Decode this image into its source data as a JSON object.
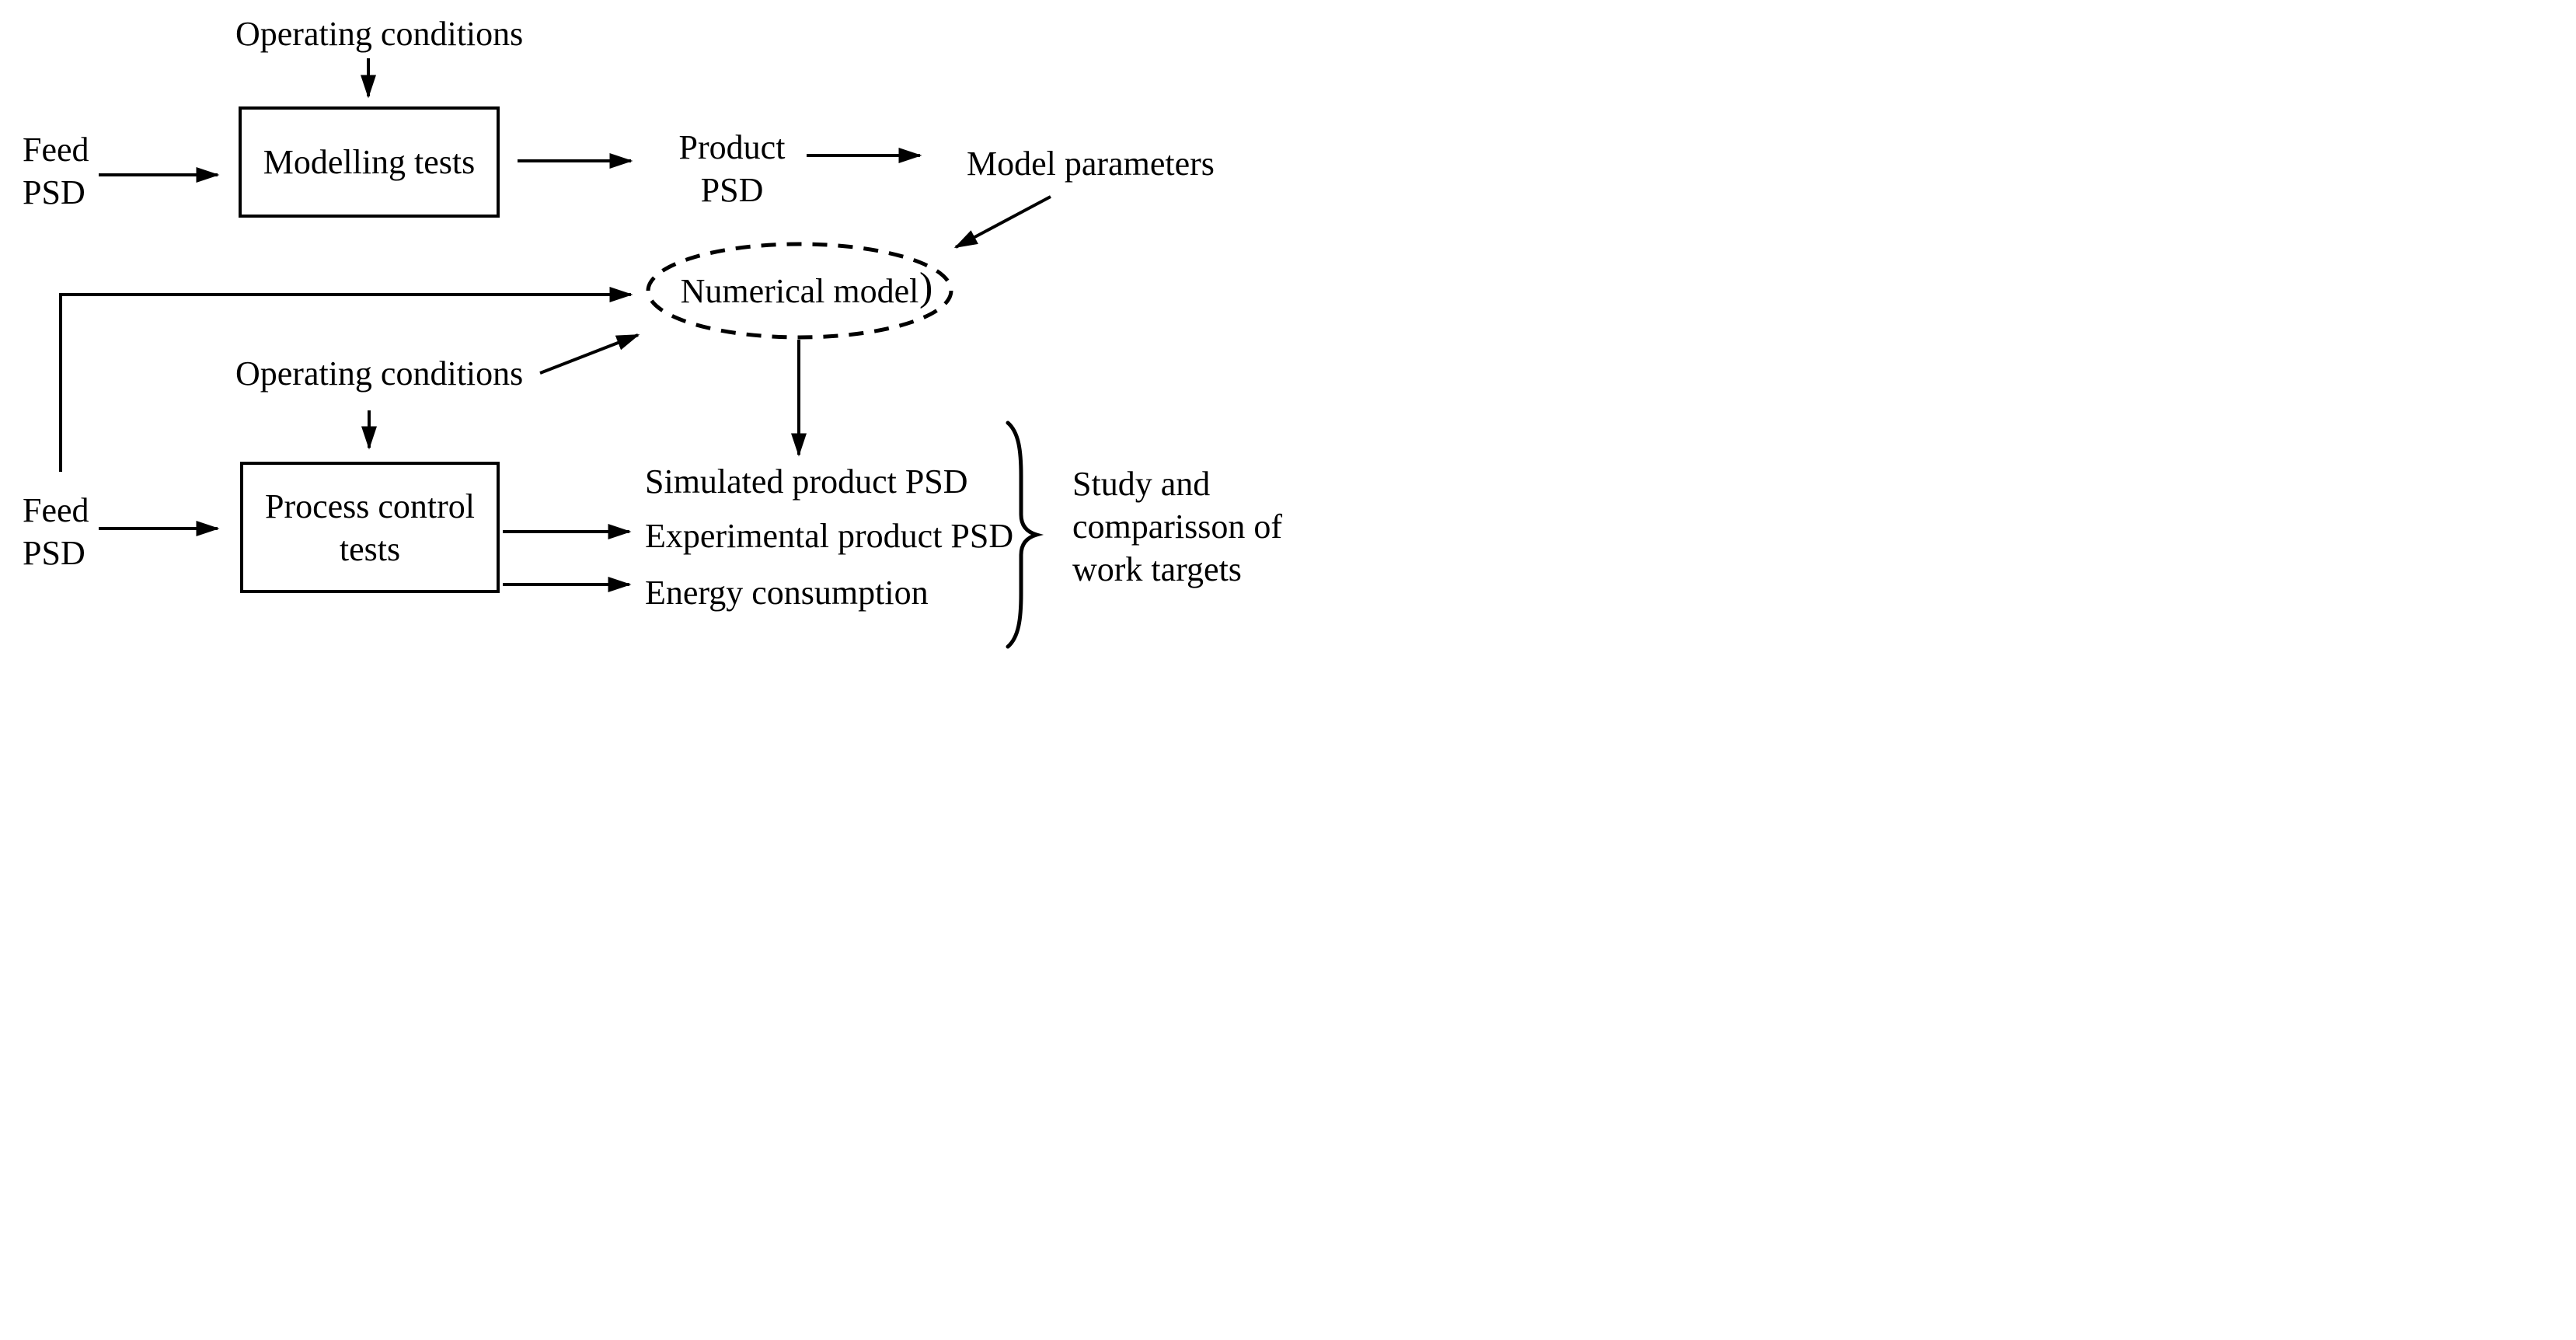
{
  "diagram": {
    "background_color": "#ffffff",
    "ink_color": "#000000",
    "top_flow": {
      "operating_conditions_label": "Operating conditions",
      "feed_psd_line1": "Feed",
      "feed_psd_line2": "PSD",
      "modelling_tests_label": "Modelling tests",
      "product_psd_line1": "Product",
      "product_psd_line2": "PSD",
      "model_parameters_label": "Model parameters"
    },
    "middle_flow": {
      "numerical_model_label": "Numerical model",
      "ellipse_paren_mark": ")",
      "operating_conditions_label": "Operating conditions"
    },
    "bottom_flow": {
      "feed_psd_line1": "Feed",
      "feed_psd_line2": "PSD",
      "process_control_line1": "Process control",
      "process_control_line2": "tests",
      "simulated_product_psd_label": "Simulated product PSD",
      "experimental_product_psd_label": "Experimental product PSD",
      "energy_consumption_label": "Energy consumption",
      "study_note_line1": "Study and",
      "study_note_line2": "comparisson of",
      "study_note_line3": "work targets"
    }
  }
}
